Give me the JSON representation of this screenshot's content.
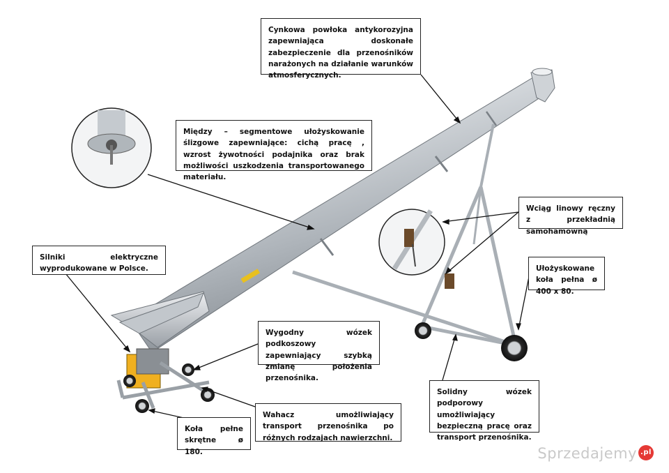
{
  "callouts": {
    "coating": "Cynkowa powłoka antykorozyjna zapewniająca doskonałe zabezpieczenie dla przenośników narażonych na działanie warunków atmosferycznych.",
    "bearing": "Między – segmentowe ułożyskowanie ślizgowe zapewniające: cichą pracę , wzrost żywotności podajnika oraz brak możliwości uszkodzenia transportowanego materiału.",
    "winch": "Wciąg linowy ręczny z przekładnią samohamowną",
    "wheels": "Ułożyskowane koła pełna ø 400 x 80.",
    "motors": "Silniki elektryczne wyprodukowane w Polsce.",
    "hopper_cart": "Wygodny wózek podkoszowy zapewniający szybką zmianę położenia przenośnika.",
    "support_cart": "Solidny wózek podporowy umożliwiający bezpieczną pracę oraz transport przenośnika.",
    "rocker": "Wahacz umożliwiający transport przenośnika po różnych rodzajach nawierzchni.",
    "small_wheels": "Koła pełne skrętne ø 180."
  },
  "watermark": {
    "text": "Sprzedajemy",
    "tld": ".pl"
  },
  "colors": {
    "steel_light": "#e6e9ec",
    "steel_dark": "#8f959b",
    "motor": "#f0b020",
    "text": "#111111"
  }
}
